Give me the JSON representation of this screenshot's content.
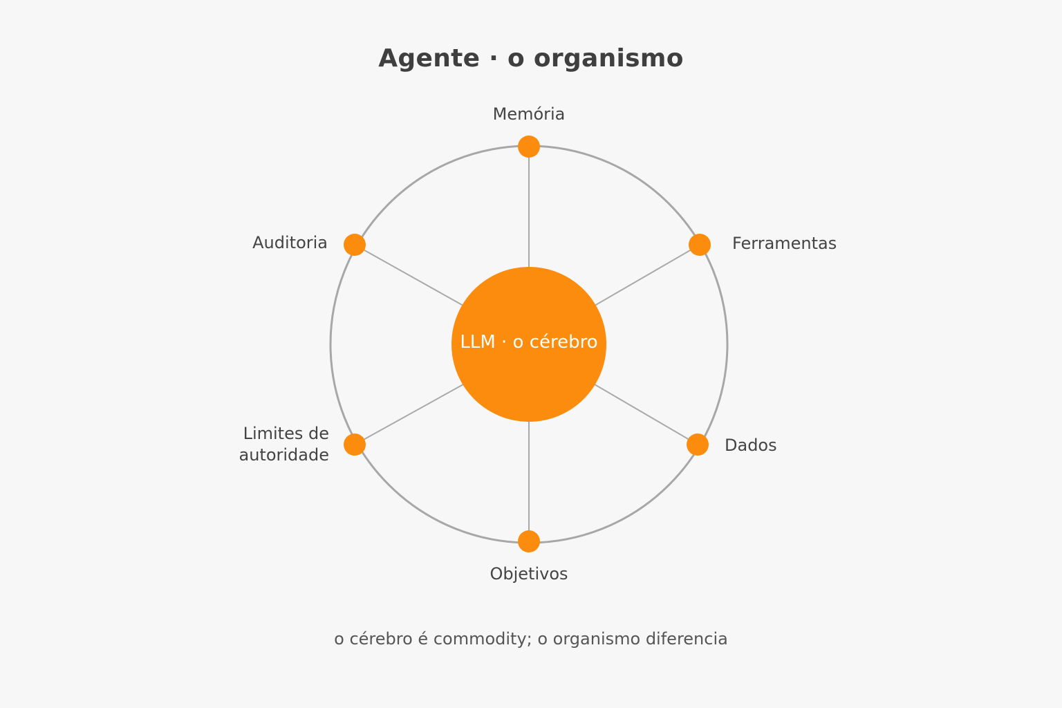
{
  "title": "Agente · o organismo",
  "center": {
    "label": "LLM · o cérebro",
    "color": "#fb8c0e"
  },
  "nodes": [
    {
      "label": "Memória"
    },
    {
      "label": "Ferramentas"
    },
    {
      "label": "Dados"
    },
    {
      "label": "Objetivos"
    },
    {
      "label": "Limites de autoridade",
      "lines": [
        "Limites de",
        "autoridade"
      ]
    },
    {
      "label": "Auditoria"
    }
  ],
  "colors": {
    "ring": "#a7a7a7",
    "spoke": "#a9a9a9",
    "node": "#fb8c0e",
    "background": "#f8f7f8"
  },
  "footer": "o cérebro é commodity; o organismo diferencia"
}
